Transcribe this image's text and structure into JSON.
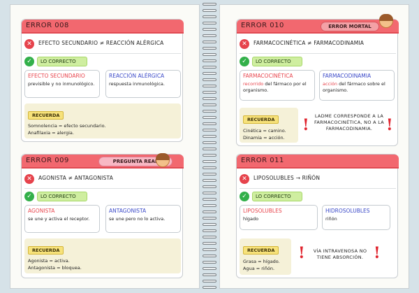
{
  "cards": [
    {
      "id": "008",
      "title": "ERROR 008",
      "error": "EFECTO SECUNDARIO ≠ REACCIÓN ALÉRGICA",
      "correct_label": "LO CORRECTO",
      "box1": {
        "title": "EFECTO SECUNDARIO",
        "desc": "previsible y no inmunológico."
      },
      "box2": {
        "title": "REACCIÓN ALÉRGICA",
        "desc": "respuesta inmunológica."
      },
      "recuerda_label": "RECUERDA",
      "recuerda_lines": [
        "Somnolencia = efecto secundario.",
        "Anafilaxia = alergia."
      ]
    },
    {
      "id": "009",
      "title": "ERROR 009",
      "badge": "PREGUNTA REAL",
      "error": "AGONISTA ≠ ANTAGONISTA",
      "correct_label": "LO CORRECTO",
      "box1": {
        "title": "AGONISTA",
        "desc": "se une y activa el receptor."
      },
      "box2": {
        "title": "ANTAGONISTA",
        "desc": "se une pero no lo activa."
      },
      "recuerda_label": "RECUERDA",
      "recuerda_lines": [
        "Agonista = activa.",
        "Antagonista = bloquea."
      ]
    },
    {
      "id": "010",
      "title": "ERROR 010",
      "badge": "ERROR MORTAL",
      "error": "FARMACOCINÉTICA ≠ FARMACODINAMIA",
      "correct_label": "LO CORRECTO",
      "box1": {
        "title": "FARMACOCINÉTICA",
        "desc_hl": "recorrido",
        "desc": " del fármaco por el organismo."
      },
      "box2": {
        "title": "FARMACODINAMIA",
        "desc_hl": "acción",
        "desc": " del fármaco sobre el organismo."
      },
      "recuerda_label": "RECUERDA",
      "recuerda_lines": [
        "Cinética = camino.",
        "Dinamia = acción."
      ],
      "note": "LADME CORRESPONDE A LA FARMACOCINÉTICA, NO A LA FARMACODINAMIA."
    },
    {
      "id": "011",
      "title": "ERROR 011",
      "error": "LIPOSOLUBLES → RIÑÓN",
      "correct_label": "LO CORRECTO",
      "box1": {
        "title": "LIPOSOLUBLES",
        "desc": "hígado"
      },
      "box2": {
        "title": "HIDROSOLUBLES",
        "desc": "riñón"
      },
      "recuerda_label": "RECUERDA",
      "recuerda_lines": [
        "Grasa = hígado.",
        "Agua = riñón."
      ],
      "note": "VÍA INTRAVENOSA NO TIENE ABSORCIÓN."
    }
  ],
  "icons": {
    "error": "x-circle-icon",
    "ok": "check-circle-icon",
    "warn": "exclamation-icon",
    "avatar": "student-avatar-icon"
  },
  "colors": {
    "header": "#f2686f",
    "red": "#e8444c",
    "blue": "#3a49c8",
    "ok": "#33b04a",
    "recuerda": "#f7e27a"
  }
}
